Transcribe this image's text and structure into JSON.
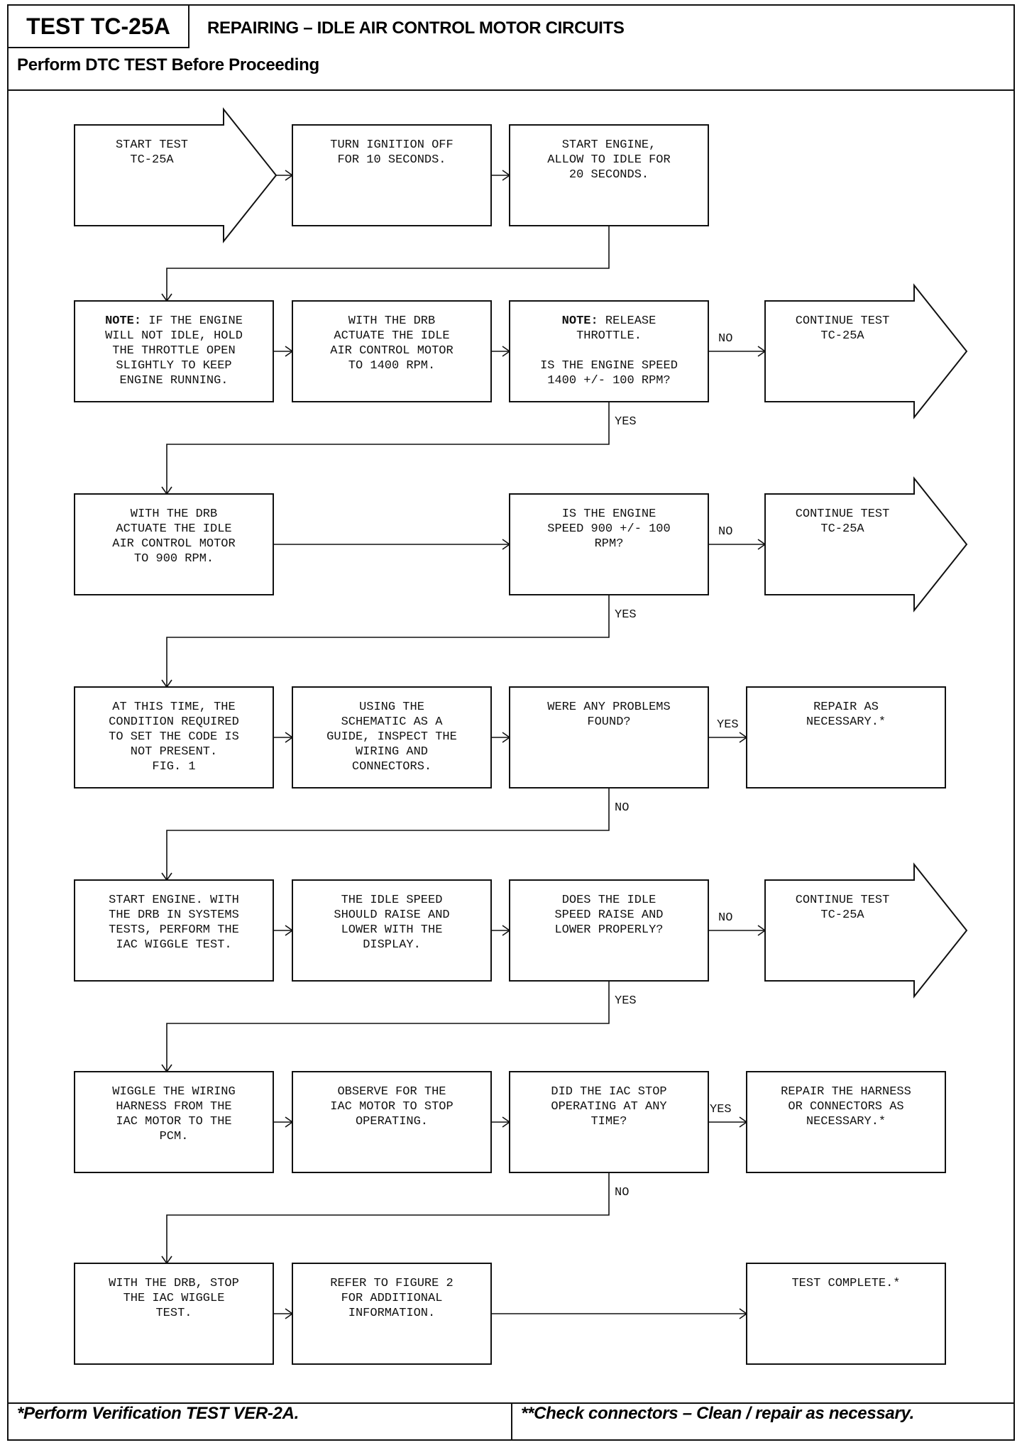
{
  "header": {
    "test_id": "TEST TC-25A",
    "title": "REPAIRING – IDLE AIR CONTROL MOTOR CIRCUITS",
    "subtitle": "Perform DTC TEST Before Proceeding"
  },
  "nodes": {
    "start": [
      "START TEST",
      "TC-25A"
    ],
    "ign_off": [
      "TURN IGNITION OFF",
      "FOR 10 SECONDS."
    ],
    "start_engine": [
      "START ENGINE,",
      "ALLOW TO IDLE FOR",
      "20 SECONDS."
    ],
    "note_idle": [
      "NOTE: IF THE ENGINE",
      "WILL NOT IDLE, HOLD",
      "THE THROTTLE OPEN",
      "SLIGHTLY TO KEEP",
      "ENGINE RUNNING."
    ],
    "actuate_1400": [
      "WITH THE DRB",
      "ACTUATE THE IDLE",
      "AIR CONTROL MOTOR",
      "TO 1400 RPM."
    ],
    "q_1400": [
      "NOTE: RELEASE",
      "THROTTLE.",
      "",
      "IS THE ENGINE SPEED",
      "1400 +/- 100 RPM?"
    ],
    "cont_1": [
      "CONTINUE TEST",
      "TC-25A"
    ],
    "actuate_900": [
      "WITH THE DRB",
      "ACTUATE THE IDLE",
      "AIR CONTROL MOTOR",
      "TO 900 RPM."
    ],
    "q_900": [
      "IS THE ENGINE",
      "SPEED 900 +/- 100",
      "RPM?"
    ],
    "cont_2": [
      "CONTINUE TEST",
      "TC-25A"
    ],
    "not_present": [
      "AT THIS TIME, THE",
      "CONDITION REQUIRED",
      "TO SET THE CODE IS",
      "NOT PRESENT.",
      "FIG. 1"
    ],
    "inspect": [
      "USING THE",
      "SCHEMATIC AS A",
      "GUIDE, INSPECT THE",
      "WIRING AND",
      "CONNECTORS."
    ],
    "q_problems": [
      "WERE ANY PROBLEMS",
      "FOUND?"
    ],
    "repair_1": [
      "REPAIR AS",
      "NECESSARY.*"
    ],
    "wiggle_start": [
      "START ENGINE. WITH",
      "THE DRB IN SYSTEMS",
      "TESTS, PERFORM THE",
      "IAC WIGGLE TEST."
    ],
    "idle_raise": [
      "THE IDLE SPEED",
      "SHOULD RAISE AND",
      "LOWER WITH THE",
      "DISPLAY."
    ],
    "q_idle": [
      "DOES THE IDLE",
      "SPEED RAISE AND",
      "LOWER PROPERLY?"
    ],
    "cont_3": [
      "CONTINUE TEST",
      "TC-25A"
    ],
    "wiggle_harness": [
      "WIGGLE THE WIRING",
      "HARNESS FROM THE",
      "IAC MOTOR TO THE",
      "PCM."
    ],
    "observe": [
      "OBSERVE FOR THE",
      "IAC MOTOR TO STOP",
      "OPERATING."
    ],
    "q_iac_stop": [
      "DID THE IAC STOP",
      "OPERATING AT ANY",
      "TIME?"
    ],
    "repair_2": [
      "REPAIR THE HARNESS",
      "OR CONNECTORS AS",
      "NECESSARY.*"
    ],
    "stop_wiggle": [
      "WITH THE DRB, STOP",
      "THE IAC WIGGLE",
      "TEST."
    ],
    "refer_fig2": [
      "REFER TO FIGURE 2",
      "FOR ADDITIONAL",
      "INFORMATION."
    ],
    "complete": [
      "TEST COMPLETE.*"
    ]
  },
  "labels": {
    "yes": "YES",
    "no": "NO"
  },
  "footer": {
    "left": "*Perform Verification TEST VER-2A.",
    "right": "**Check connectors – Clean / repair as necessary."
  }
}
